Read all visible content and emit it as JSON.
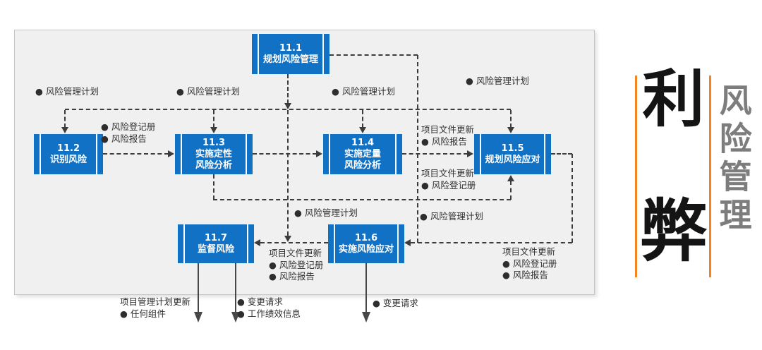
{
  "colors": {
    "box_blue": "#1171C5",
    "connector": "#3C3C3C",
    "panel_bg": "#F0F0F0",
    "panel_border": "#C6C6C6",
    "accent_orange": "#F5831F",
    "brand_black": "#141414",
    "brand_gray": "#7D7D7D",
    "label_text": "#2E2E2E"
  },
  "diagram": {
    "boxes": [
      {
        "number": "11.1",
        "lines": [
          "规划风险管理"
        ]
      },
      {
        "number": "11.2",
        "lines": [
          "识别风险"
        ]
      },
      {
        "number": "11.3",
        "lines": [
          "实施定性",
          "风险分析"
        ]
      },
      {
        "number": "11.4",
        "lines": [
          "实施定量",
          "风险分析"
        ]
      },
      {
        "number": "11.5",
        "lines": [
          "规划风险应对"
        ]
      },
      {
        "number": "11.6",
        "lines": [
          "实施风险应对"
        ]
      },
      {
        "number": "11.7",
        "lines": [
          "监督风险"
        ]
      }
    ],
    "labels": [
      {
        "lines": [
          "● 风险管理计划"
        ]
      },
      {
        "lines": [
          "● 风险管理计划"
        ]
      },
      {
        "lines": [
          "● 风险管理计划"
        ]
      },
      {
        "lines": [
          "● 风险管理计划"
        ]
      },
      {
        "lines": [
          "● 风险登记册",
          "● 风险报告"
        ]
      },
      {
        "lines": [
          "项目文件更新",
          "● 风险报告"
        ]
      },
      {
        "lines": [
          "项目文件更新",
          "● 风险登记册"
        ]
      },
      {
        "lines": [
          "● 风险管理计划"
        ]
      },
      {
        "lines": [
          "● 风险管理计划"
        ]
      },
      {
        "lines": [
          "项目文件更新",
          "● 风险登记册",
          "● 风险报告"
        ]
      },
      {
        "lines": [
          "项目文件更新",
          "● 风险登记册",
          "● 风险报告"
        ]
      },
      {
        "lines": [
          "项目管理计划更新",
          "● 任何组件"
        ]
      },
      {
        "lines": [
          "● 变更请求",
          "● 工作绩效信息"
        ]
      },
      {
        "lines": [
          "● 变更请求"
        ]
      }
    ]
  },
  "branding": {
    "top_char": "利",
    "bottom_char": "弊",
    "vertical_title": "风险管理"
  }
}
